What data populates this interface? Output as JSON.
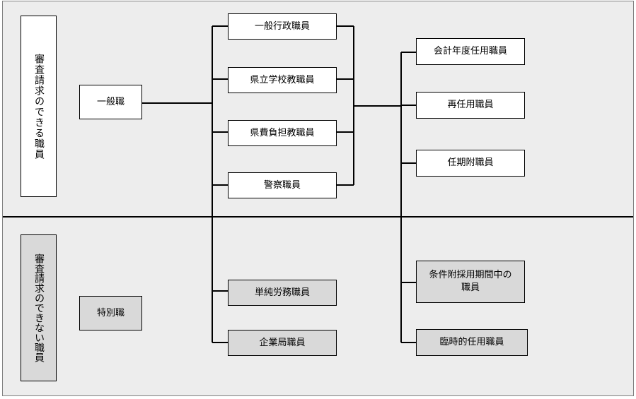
{
  "top_group": {
    "label": "審査請求のできる職員",
    "category": "一般職",
    "left_column": [
      "一般行政職員",
      "県立学校教職員",
      "県費負担教職員",
      "警察職員"
    ],
    "right_column": [
      "会計年度任用職員",
      "再任用職員",
      "任期附職員"
    ]
  },
  "bottom_group": {
    "label": "審査請求のできない職員",
    "category": "特別職",
    "left_column": [
      "単純労務職員",
      "企業局職員"
    ],
    "right_column": [
      "条件附採用期間中の\n職員",
      "臨時的任用職員"
    ]
  },
  "colors": {
    "background": "#ededed",
    "box_white": "#ffffff",
    "box_gray": "#d9d9d9",
    "line": "#000000"
  }
}
